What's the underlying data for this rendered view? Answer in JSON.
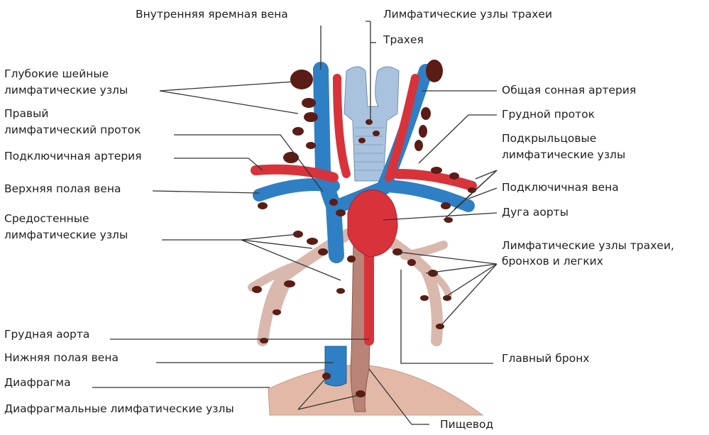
{
  "labels": {
    "internal_jugular_vein": "Внутренняя яремная вена",
    "tracheal_lymph_nodes": "Лимфатические узлы трахеи",
    "trachea": "Трахея",
    "deep_cervical_nodes_1": "Глубокие шейные",
    "deep_cervical_nodes_2": "лимфатические узлы",
    "right_lymphatic_duct_1": "Правый",
    "right_lymphatic_duct_2": "лимфатический проток",
    "subclavian_artery": "Подключичная артерия",
    "superior_vena_cava": "Верхняя полая вена",
    "mediastinal_nodes_1": "Средостенные",
    "mediastinal_nodes_2": "лимфатические узлы",
    "common_carotid_artery": "Общая сонная артерия",
    "thoracic_duct": "Грудной проток",
    "axillary_nodes_1": "Подкрыльцовые",
    "axillary_nodes_2": "лимфатические узлы",
    "subclavian_vein": "Подключичная вена",
    "aortic_arch": "Дуга аорты",
    "tracheobronchial_nodes_1": "Лимфатические узлы трахеи,",
    "tracheobronchial_nodes_2": "бронхов и легких",
    "thoracic_aorta": "Грудная аорта",
    "inferior_vena_cava": "Нижняя полая вена",
    "diaphragm": "Диафрагма",
    "diaphragmatic_nodes": "Диафрагмальные лимфатические узлы",
    "main_bronchus": "Главный бронх",
    "esophagus": "Пищевод"
  },
  "colors": {
    "vein": "#2f7fc4",
    "artery": "#d8333a",
    "lymph_node": "#5a1c14",
    "trachea": "#a9c3de",
    "bronchi": "#d9b8ad",
    "esophagus": "#b88478",
    "diaphragm": "#e2b9a6",
    "leader_line": "#333333"
  }
}
